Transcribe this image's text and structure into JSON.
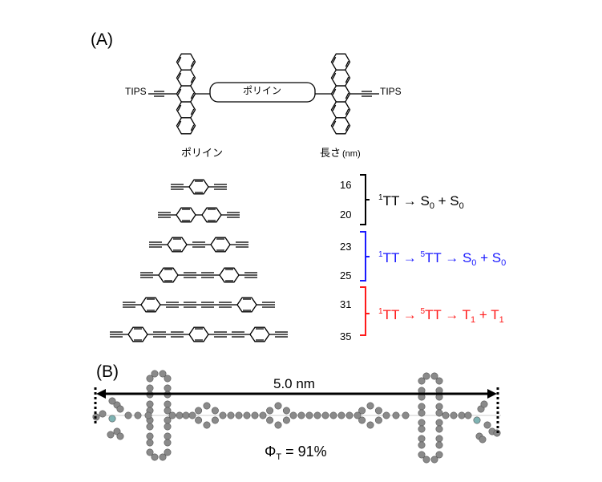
{
  "panel_a": {
    "label": "(A)",
    "tips_left": "TIPS",
    "tips_right": "TIPS",
    "box_label": "ポリイン",
    "col_header_polyyne": "ポリイン",
    "col_header_length": "長さ",
    "col_header_unit": "(nm)",
    "rows": [
      {
        "units": [
          "t",
          "p",
          "t"
        ],
        "length": "16"
      },
      {
        "units": [
          "t",
          "p",
          "p",
          "t"
        ],
        "length": "20"
      },
      {
        "units": [
          "t",
          "p",
          "t",
          "p",
          "t"
        ],
        "length": "23"
      },
      {
        "units": [
          "t",
          "p",
          "t",
          "t",
          "p",
          "t"
        ],
        "length": "25"
      },
      {
        "units": [
          "t",
          "p",
          "t",
          "t",
          "t",
          "t",
          "p",
          "t"
        ],
        "length": "31"
      },
      {
        "units": [
          "t",
          "p",
          "t",
          "t",
          "p",
          "t",
          "t",
          "p",
          "t"
        ],
        "length": "35"
      }
    ],
    "groups": [
      {
        "color": "#000000",
        "parts": [
          [
            "1",
            "TT"
          ],
          [
            "",
            "→"
          ],
          [
            "",
            "S"
          ],
          [
            "0",
            ""
          ],
          [
            "",
            "+"
          ],
          [
            "",
            "S"
          ],
          [
            "0",
            ""
          ]
        ]
      },
      {
        "color": "#1a1aff",
        "parts": [
          [
            "1",
            "TT"
          ],
          [
            "",
            "→"
          ],
          [
            "5",
            "TT"
          ],
          [
            "",
            "→"
          ],
          [
            "",
            "S"
          ],
          [
            "0",
            ""
          ],
          [
            "",
            "+"
          ],
          [
            "",
            "S"
          ],
          [
            "0",
            ""
          ]
        ]
      },
      {
        "color": "#ff1a1a",
        "parts": [
          [
            "1",
            "TT"
          ],
          [
            "",
            "→"
          ],
          [
            "5",
            "TT"
          ],
          [
            "",
            "→"
          ],
          [
            "",
            "T"
          ],
          [
            "1",
            ""
          ],
          [
            "",
            "+"
          ],
          [
            "",
            "T"
          ],
          [
            "1",
            ""
          ]
        ]
      }
    ],
    "group_texts": [
      {
        "sup1": "1",
        "a": "TT → S",
        "s1": "0",
        "b": " + S",
        "s2": "0"
      },
      {
        "sup1": "1",
        "a": "TT → ",
        "sup2": "5",
        "c": "TT → S",
        "s1": "0",
        "b": " + S",
        "s2": "0"
      },
      {
        "sup1": "1",
        "a": "TT → ",
        "sup2": "5",
        "c": "TT → T",
        "s1": "1",
        "b": " + T",
        "s2": "1"
      }
    ]
  },
  "panel_b": {
    "label": "(B)",
    "distance": "5.0 nm",
    "phi": "Φ",
    "phi_sub": "T",
    "phi_value": " = 91%",
    "atom_color": "#8a8a8a",
    "si_color": "#7fb3b3"
  }
}
